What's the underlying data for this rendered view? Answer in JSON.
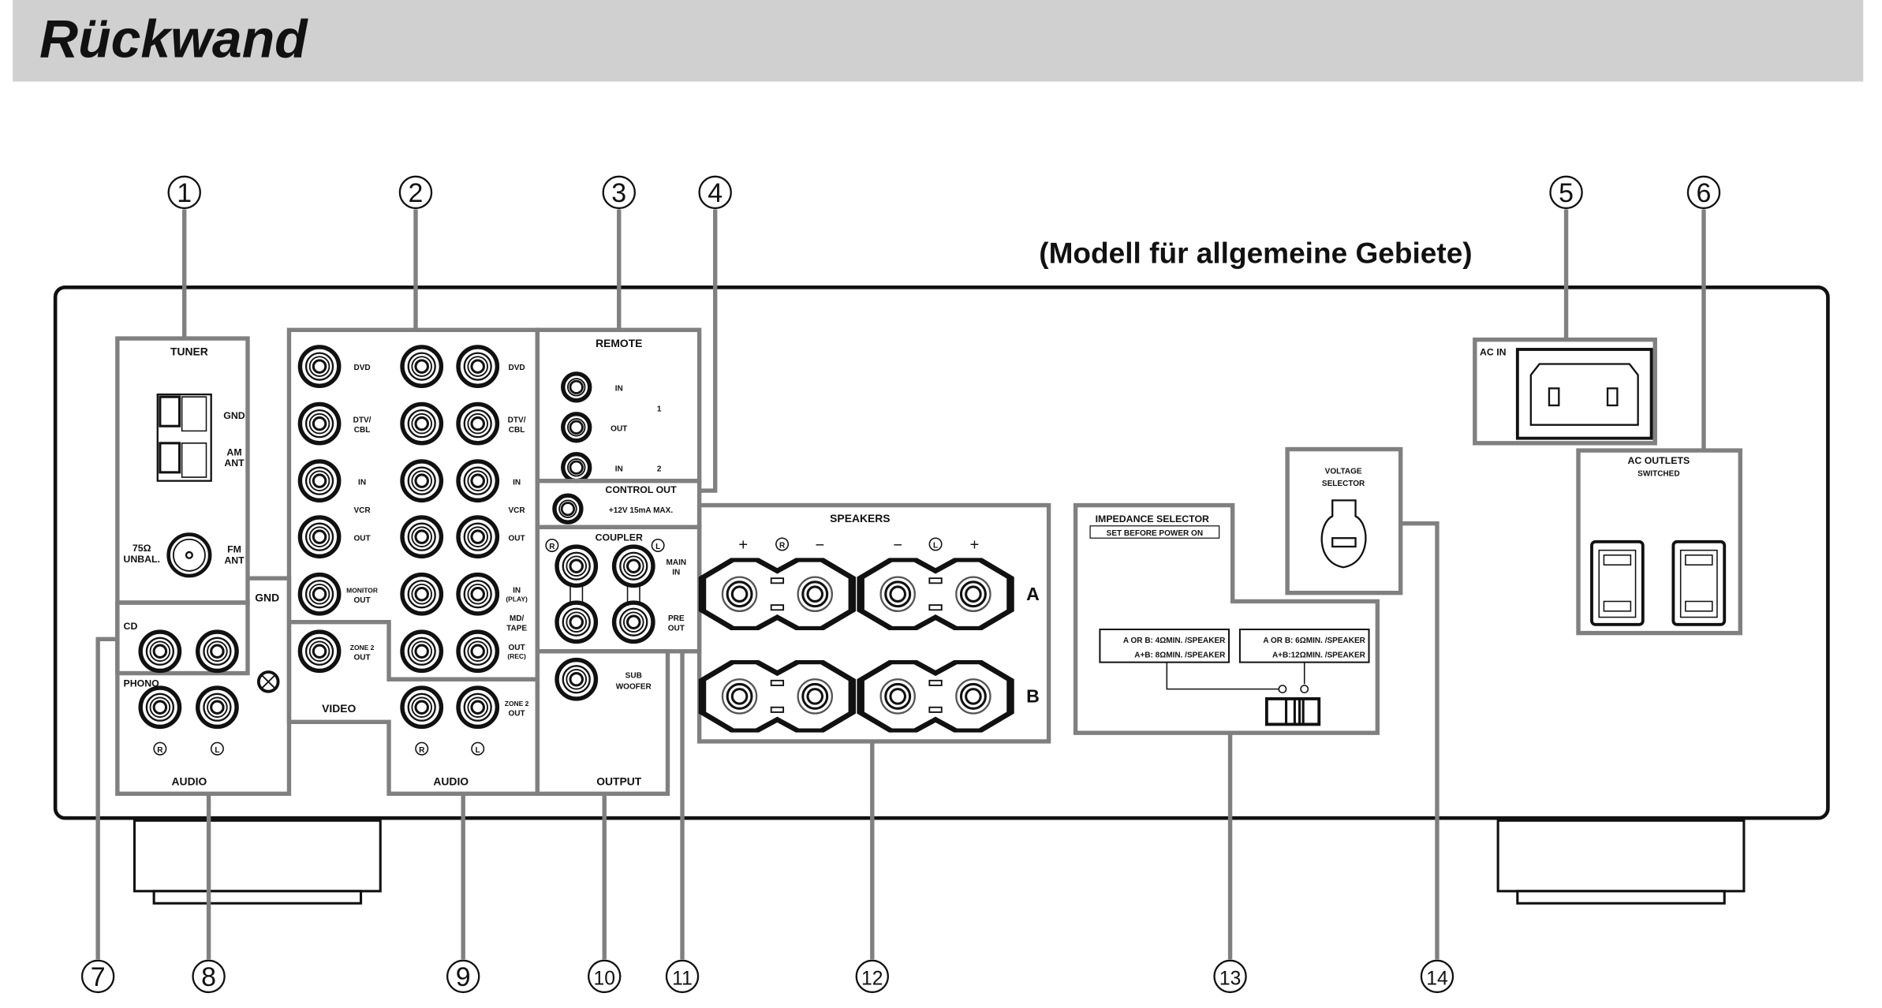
{
  "header": {
    "title": "Rückwand",
    "subtitle": "(Modell für allgemeine Gebiete)",
    "bar_color": "#d0d0d0"
  },
  "callouts": {
    "top": [
      "1",
      "2",
      "3",
      "4",
      "5",
      "6"
    ],
    "bottom": [
      "7",
      "8",
      "9",
      "10",
      "11",
      "12",
      "13",
      "14"
    ]
  },
  "tuner": {
    "title": "TUNER",
    "gnd": "GND",
    "am1": "AM",
    "am2": "ANT",
    "ohm1": "75Ω",
    "ohm2": "UNBAL.",
    "fm1": "FM",
    "fm2": "ANT"
  },
  "audio_left": {
    "gnd": "GND",
    "cd": "CD",
    "phono": "PHONO",
    "r": "R",
    "l": "L",
    "title": "AUDIO"
  },
  "video": {
    "dvd": "DVD",
    "dtv1": "DTV/",
    "dtv2": "CBL",
    "in": "IN",
    "vcr": "VCR",
    "out": "OUT",
    "monitor1": "MONITOR",
    "monitor2": "OUT",
    "zone1": "ZONE 2",
    "zone2": "OUT",
    "title": "VIDEO"
  },
  "audio_mid": {
    "dvd": "DVD",
    "dtv1": "DTV/",
    "dtv2": "CBL",
    "in": "IN",
    "vcr": "VCR",
    "out": "OUT",
    "inplay1": "IN",
    "inplay2": "(PLAY)",
    "md1": "MD/",
    "md2": "TAPE",
    "outrec1": "OUT",
    "outrec2": "(REC)",
    "zone1": "ZONE 2",
    "zone2": "OUT",
    "r": "R",
    "l": "L",
    "title": "AUDIO"
  },
  "remote": {
    "title": "REMOTE",
    "in1": "IN",
    "out1": "OUT",
    "one": "1",
    "in2": "IN",
    "two": "2"
  },
  "control_out": {
    "title": "CONTROL OUT",
    "spec": "+12V 15mA MAX."
  },
  "coupler": {
    "title": "COUPLER",
    "r": "R",
    "l": "L",
    "main1": "MAIN",
    "main2": "IN",
    "pre1": "PRE",
    "pre2": "OUT"
  },
  "output": {
    "sub1": "SUB",
    "sub2": "WOOFER",
    "title": "OUTPUT"
  },
  "speakers": {
    "title": "SPEAKERS",
    "plus": "+",
    "minus": "−",
    "r": "R",
    "l": "L",
    "a": "A",
    "b": "B"
  },
  "impedance": {
    "title": "IMPEDANCE SELECTOR",
    "warning": "SET BEFORE POWER ON",
    "opt1_line1": "A OR B: 4ΩMIN. /SPEAKER",
    "opt1_line2": "A+B: 8ΩMIN. /SPEAKER",
    "opt2_line1": "A OR B:  6ΩMIN. /SPEAKER",
    "opt2_line2": "A+B:12ΩMIN. /SPEAKER"
  },
  "voltage": {
    "line1": "VOLTAGE",
    "line2": "SELECTOR"
  },
  "ac_in": {
    "title": "AC IN"
  },
  "ac_outlets": {
    "line1": "AC OUTLETS",
    "line2": "SWITCHED"
  }
}
